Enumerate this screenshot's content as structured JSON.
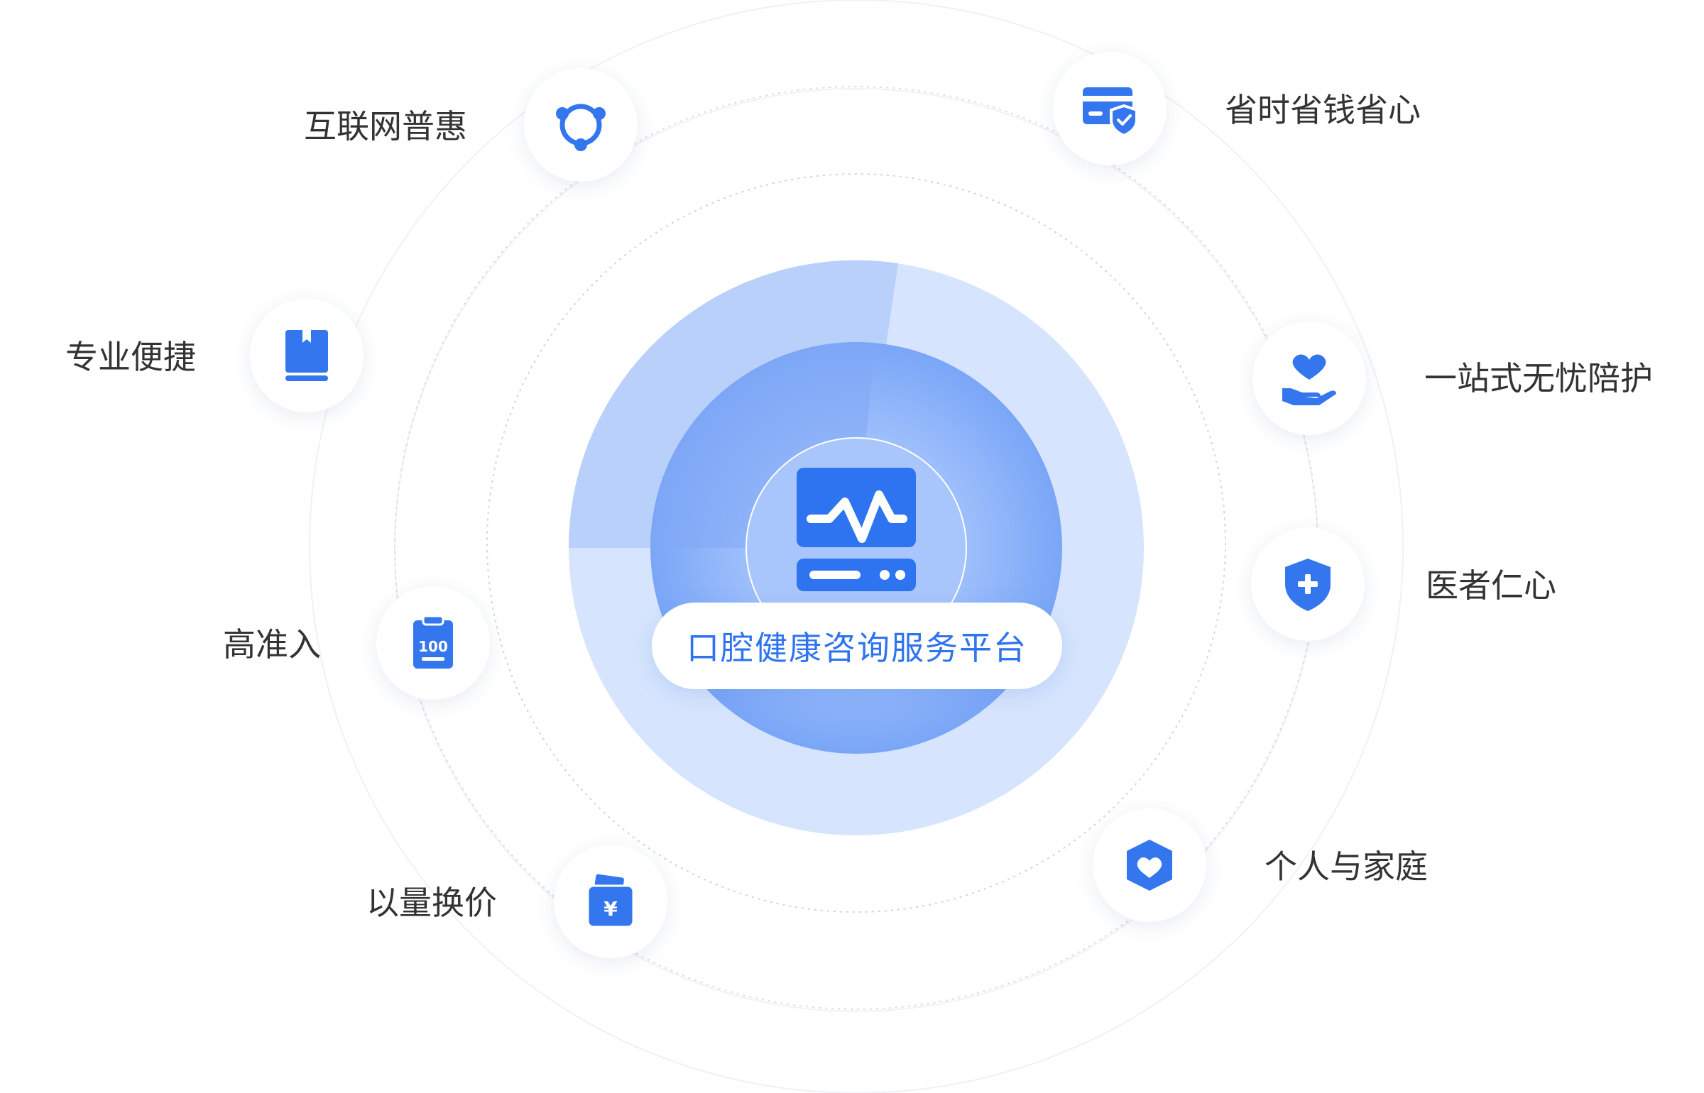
{
  "center": {
    "title": "口腔健康咨询服务平台",
    "icon": "monitor-pulse-icon"
  },
  "features": [
    {
      "id": "internet",
      "label": "互联网普惠",
      "icon": "network-nodes-icon",
      "side": "left"
    },
    {
      "id": "professional",
      "label": "专业便捷",
      "icon": "book-icon",
      "side": "left"
    },
    {
      "id": "high-entry",
      "label": "高准入",
      "icon": "clipboard-100-icon",
      "badge": "100",
      "side": "left"
    },
    {
      "id": "volume",
      "label": "以量换价",
      "icon": "wallet-yuan-icon",
      "badge": "¥",
      "side": "left"
    },
    {
      "id": "save",
      "label": "省时省钱省心",
      "icon": "card-shield-icon",
      "side": "right"
    },
    {
      "id": "onestop",
      "label": "一站式无忧陪护",
      "icon": "hand-heart-icon",
      "side": "right"
    },
    {
      "id": "doctor",
      "label": "医者仁心",
      "icon": "shield-plus-icon",
      "side": "right"
    },
    {
      "id": "family",
      "label": "个人与家庭",
      "icon": "heart-badge-icon",
      "side": "right"
    }
  ],
  "colors": {
    "accent": "#2e74f0",
    "icon_blue": "#3476ee",
    "ring_light": "#d5e4fd",
    "ring_mid": "#b7cffc",
    "core": "#8db3fa",
    "text": "#333333"
  }
}
